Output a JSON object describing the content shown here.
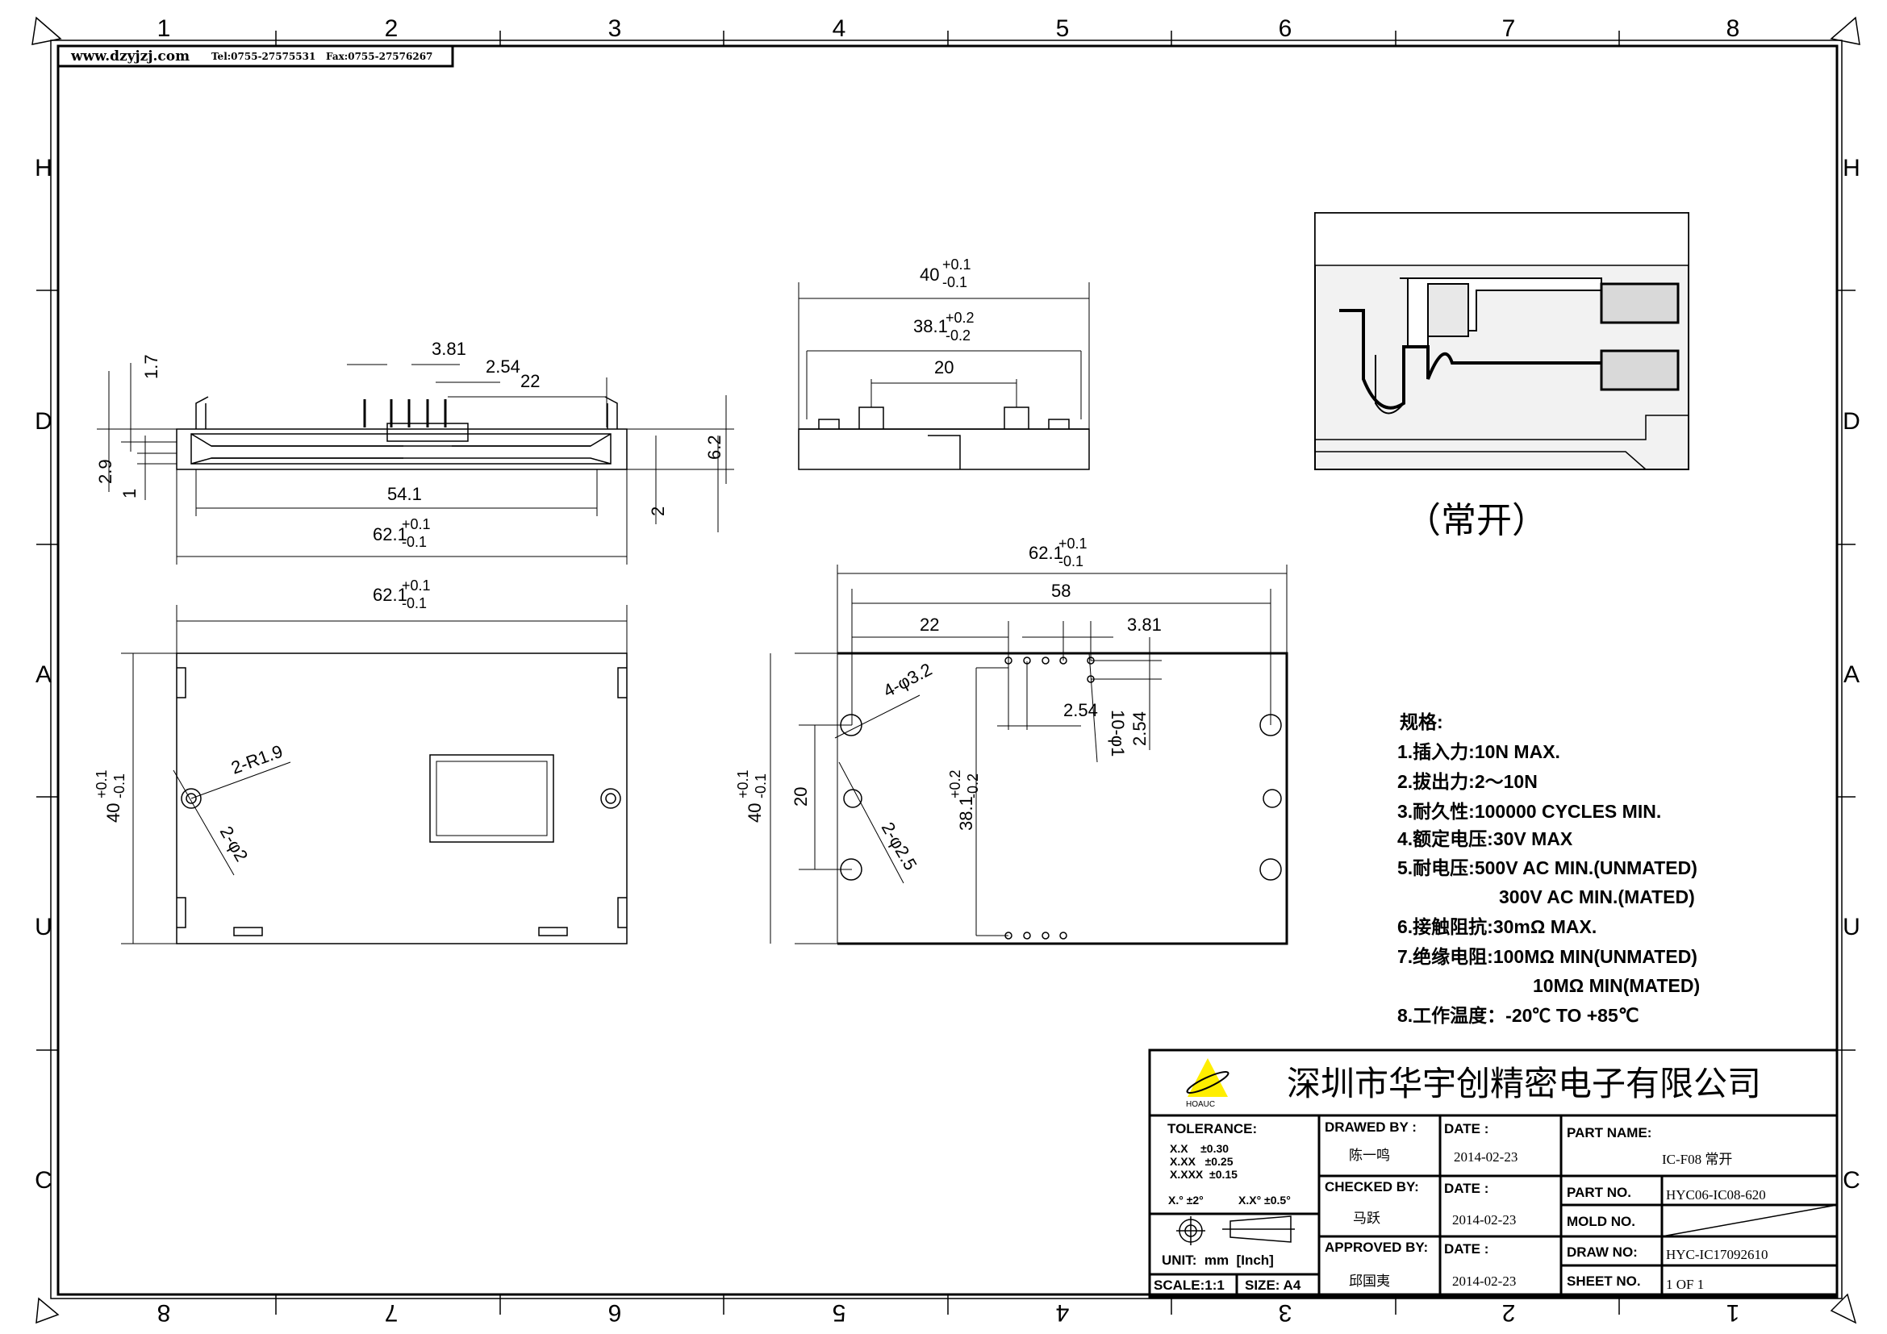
{
  "header": {
    "url": "www.dzyjzj.com",
    "tel": "Tel:0755-27575531",
    "fax": "Fax:0755-27576267"
  },
  "grid": {
    "columns": [
      "1",
      "2",
      "3",
      "4",
      "5",
      "6",
      "7",
      "8"
    ],
    "rows": [
      "H",
      "D",
      "A",
      "U",
      "C"
    ]
  },
  "side_view": {
    "d_1_7": "1.7",
    "d_2_9": "2.9",
    "d_1": "1",
    "d_3_81": "3.81",
    "d_2_54": "2.54",
    "d_22": "22",
    "d_6_2": "6.2",
    "d_2": "2",
    "d_54_1": "54.1",
    "width": {
      "nominal": "62.1",
      "upper": "+0.1",
      "lower": "-0.1"
    }
  },
  "end_view": {
    "width": {
      "nominal": "40",
      "upper": "+0.1",
      "lower": "-0.1"
    },
    "inner": {
      "nominal": "38.1",
      "upper": "+0.2",
      "lower": "-0.2"
    },
    "d_20": "20"
  },
  "bottom_view": {
    "width": {
      "nominal": "62.1",
      "upper": "+0.1",
      "lower": "-0.1"
    },
    "height": {
      "nominal": "40",
      "upper": "+0.1",
      "lower": "-0.1"
    },
    "r": "2-R1.9",
    "hole": "2-φ2"
  },
  "footprint_view": {
    "width": {
      "nominal": "62.1",
      "upper": "+0.1",
      "lower": "-0.1"
    },
    "height": {
      "nominal": "40",
      "upper": "+0.1",
      "lower": "-0.1"
    },
    "pitch_y": {
      "nominal": "38.1",
      "upper": "+0.2",
      "lower": "-0.2"
    },
    "d_58": "58",
    "d_22": "22",
    "d_3_81": "3.81",
    "d_2_54_h": "2.54",
    "d_2_54_v": "2.54",
    "d_20": "20",
    "holes_big": "4-φ3.2",
    "holes_mid": "2-φ2.5",
    "holes_small": "10-φ1"
  },
  "detail": {
    "caption": "（常开）"
  },
  "specs": {
    "title": "规格:",
    "items": [
      "1.插入力:10N MAX.",
      "2.拔出力:2～10N",
      "3.耐久性:100000 CYCLES MIN.",
      "4.额定电压:30V MAX",
      "5.耐电压:500V AC MIN.(UNMATED)",
      "300V AC MIN.(MATED)",
      "6.接触阻抗:30mΩ MAX.",
      "7.绝缘电阻:100MΩ MIN(UNMATED)",
      "10MΩ MIN(MATED)",
      "8.工作温度：-20℃ TO +85℃"
    ]
  },
  "title_block": {
    "logo_text": "HOAUC",
    "company": "深圳市华宇创精密电子有限公司",
    "tolerance_label": "TOLERANCE:",
    "tolerances": [
      "X.X    ±0.30",
      "X.XX   ±0.25",
      "X.XXX  ±0.15"
    ],
    "angle_tol": [
      "X.° ±2°",
      "X.X° ±0.5°"
    ],
    "unit": "UNIT:  mm  [Inch]",
    "scale": "SCALE:1:1",
    "size": "SIZE: A4",
    "drawed_by_label": "DRAWED BY :",
    "drawed_by": "陈一鸣",
    "checked_by_label": "CHECKED BY:",
    "checked_by": "马跃",
    "approved_by_label": "APPROVED BY:",
    "approved_by": "邱国夷",
    "date_label": "DATE :",
    "dates": [
      "2014-02-23",
      "2014-02-23",
      "2014-02-23"
    ],
    "part_name_label": "PART NAME:",
    "part_name": "IC-F08 常开",
    "part_no_label": "PART NO.",
    "part_no": "HYC06-IC08-620",
    "mold_no_label": "MOLD NO.",
    "draw_no_label": "DRAW NO:",
    "draw_no": "HYC-IC17092610",
    "sheet_no_label": "SHEET NO.",
    "sheet_no": "1 OF 1"
  }
}
